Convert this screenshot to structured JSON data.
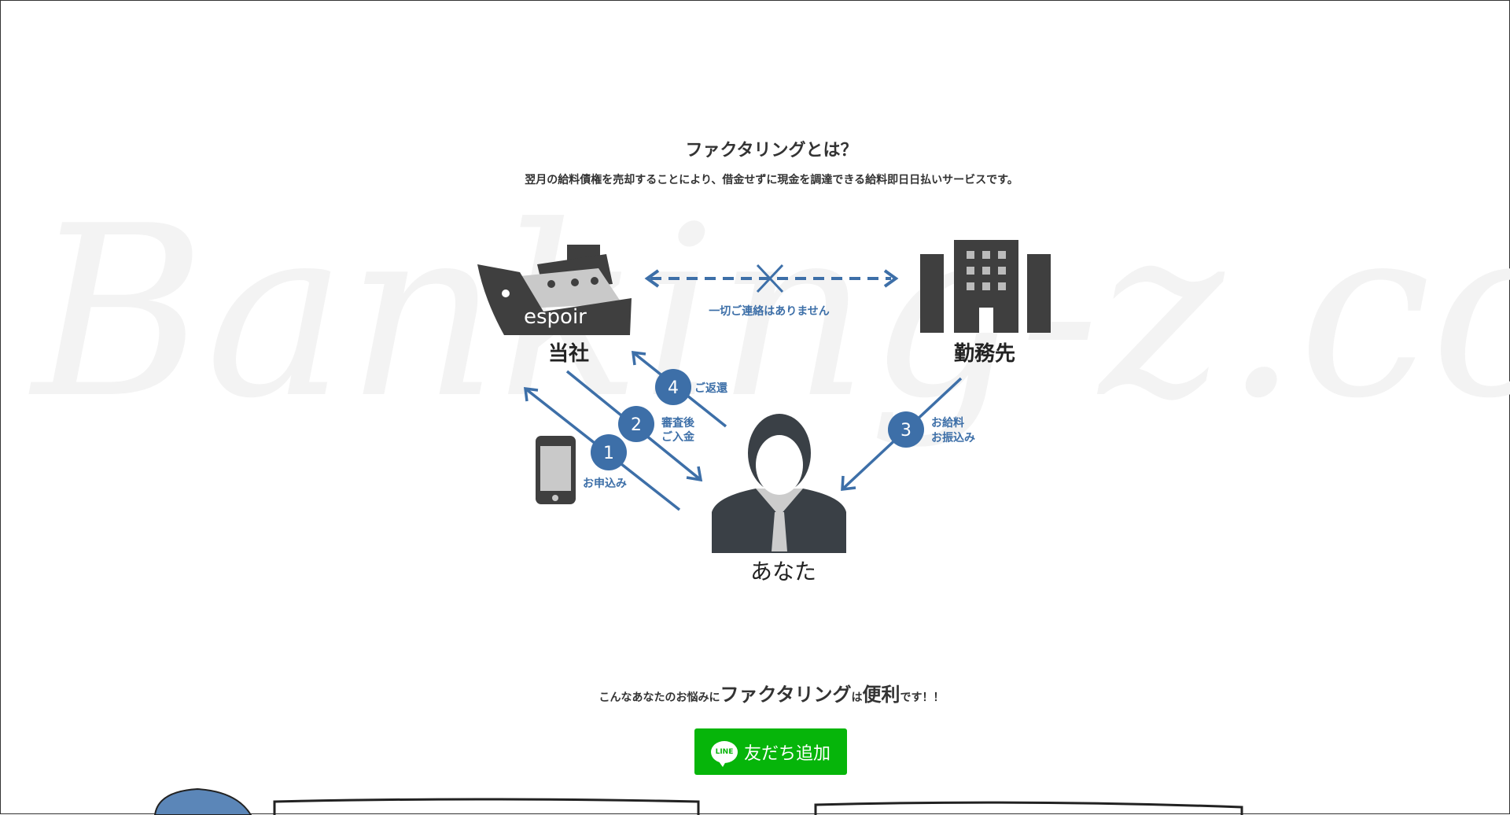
{
  "watermark": "Banking-z.com",
  "section": {
    "title": "ファクタリングとは？",
    "subtitle": "翌月の給料債権を売却することにより、借金せずに現金を調達できる給料即日日払いサービスです。"
  },
  "diagram": {
    "ship_text": "espoir",
    "company_label": "当社",
    "employer_label": "勤務先",
    "you_label": "あなた",
    "no_contact": "一切ご連絡はありません",
    "steps": [
      {
        "num": "1",
        "lines": [
          "お申込み"
        ]
      },
      {
        "num": "2",
        "lines": [
          "審査後",
          "ご入金"
        ]
      },
      {
        "num": "3",
        "lines": [
          "お給料",
          "お振込み"
        ]
      },
      {
        "num": "4",
        "lines": [
          "ご返還"
        ]
      }
    ],
    "accent": "#3d6fa8"
  },
  "tagline": {
    "pre": "こんなあなたのお悩みに",
    "term": "ファクタリング",
    "mid": "は",
    "benefit": "便利",
    "post": "です！！"
  },
  "line_button": {
    "logo": "LINE",
    "label": "友だち追加",
    "color": "#06b50a"
  }
}
